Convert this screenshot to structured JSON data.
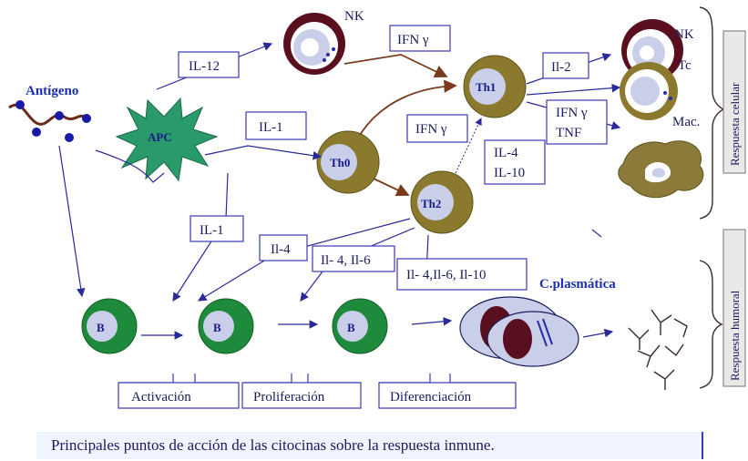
{
  "labels": {
    "antigeno": "Antígeno",
    "apc": "APC",
    "nk_top": "NK",
    "th0": "Th0",
    "th1": "Th1",
    "th2": "Th2",
    "nk_right": "NK",
    "tc": "Tc",
    "mac": "Mac.",
    "b1": "B",
    "b2": "B",
    "b3": "B",
    "cplasmatica": "C.plasmática"
  },
  "boxes": {
    "il12": "IL-12",
    "ifn_top": "IFN γ",
    "il2": "Il-2",
    "il1_upper": "IL-1",
    "ifn_mid": "IFN γ",
    "ifn_tnf_1": "IFN γ",
    "ifn_tnf_2": "TNF",
    "il4_10_1": "IL-4",
    "il4_10_2": "IL-10",
    "il1_lower": "IL-1",
    "il4_small": "Il-4",
    "il4_6": "Il- 4, Il-6",
    "il4_6_10": "Il- 4,Il-6, Il-10"
  },
  "stages": {
    "activacion": "Activación",
    "proliferacion": "Proliferación",
    "diferenciacion": "Diferenciación"
  },
  "side_labels": {
    "celular": "Respuesta celular",
    "humoral": "Respuesta humoral"
  },
  "caption": "Principales puntos de acción de las citocinas sobre la respuesta inmune.",
  "colors": {
    "th_brown": "#8b7a2e",
    "b_green": "#1e8a3c",
    "nucleus_maroon": "#5a0f1e",
    "apc_green": "#2a9a6a",
    "mac_brown": "#8c7a3a",
    "ink_blue": "#2a2a9a"
  }
}
